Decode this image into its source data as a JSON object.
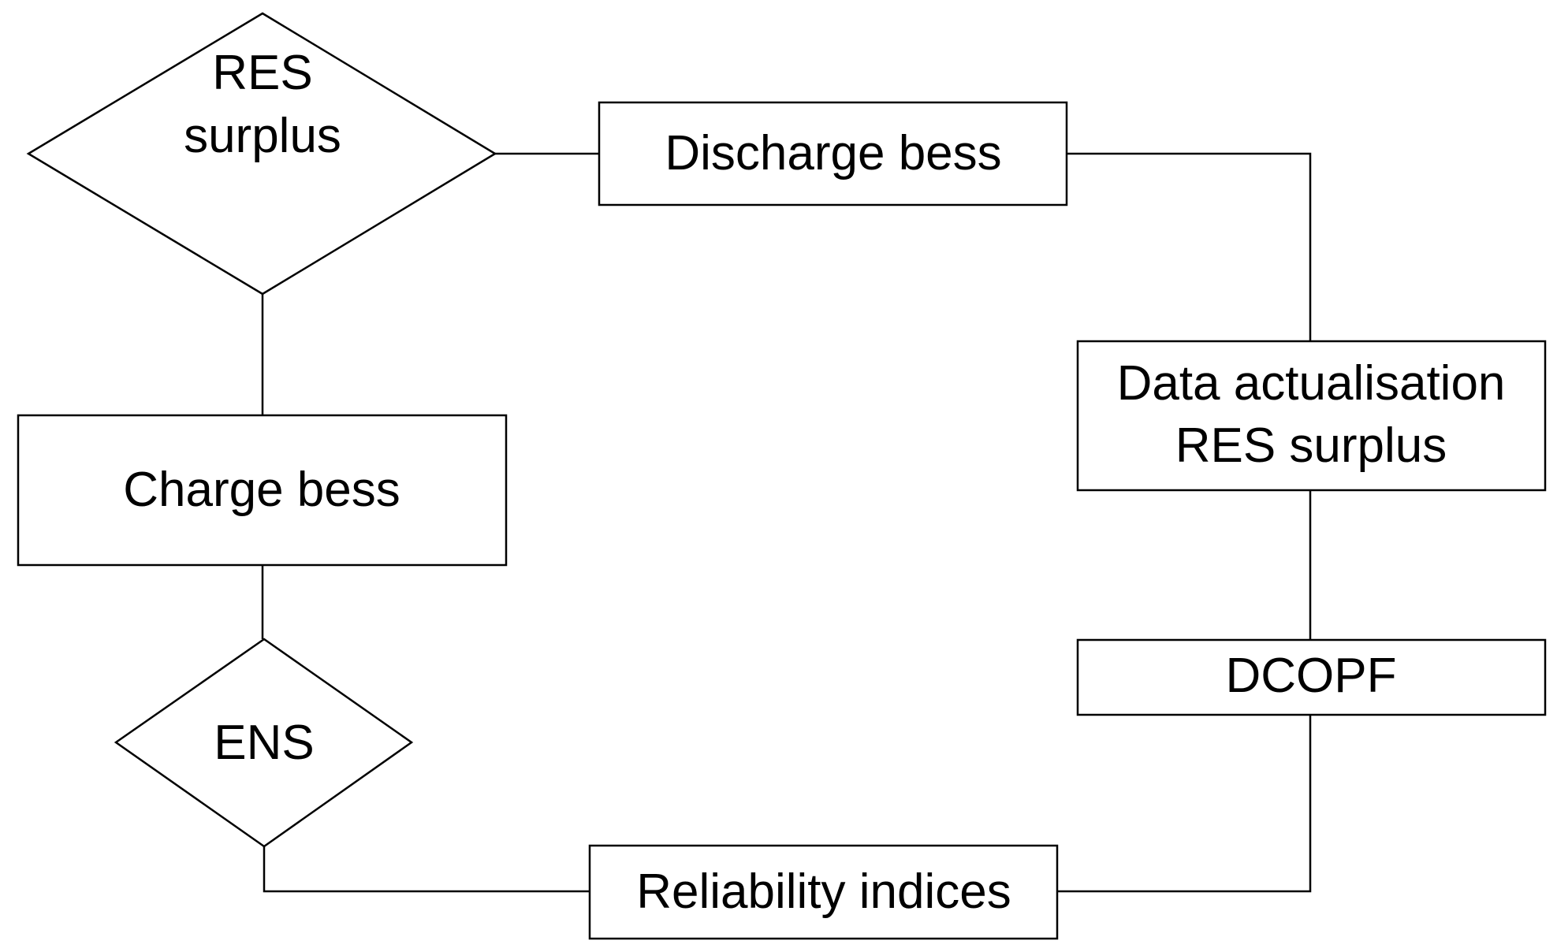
{
  "diagram": {
    "nodes": {
      "res_surplus_decision": {
        "line1": "RES",
        "line2": "surplus"
      },
      "discharge_bess": {
        "label": "Discharge bess"
      },
      "charge_bess": {
        "label": "Charge bess"
      },
      "data_actualisation": {
        "line1": "Data actualisation",
        "line2": "RES surplus"
      },
      "dcopf": {
        "label": "DCOPF"
      },
      "ens_decision": {
        "label": "ENS"
      },
      "reliability_indices": {
        "label": "Reliability indices"
      }
    }
  },
  "colors": {
    "stroke": "#000000",
    "text": "#000000",
    "background": "#ffffff"
  }
}
